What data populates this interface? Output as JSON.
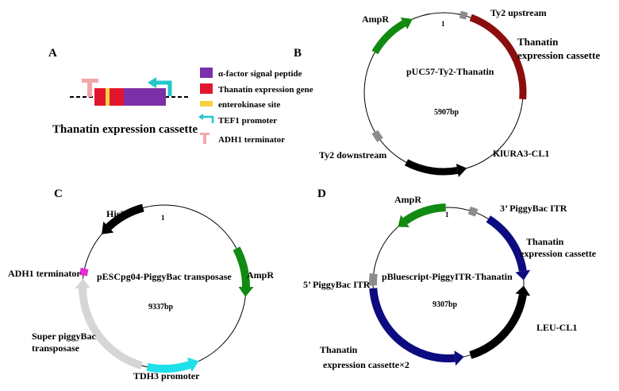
{
  "colors": {
    "alpha_factor": "#7b2fa8",
    "thanatin_gene": "#e2152e",
    "enterokinase": "#f7d23e",
    "tef1": "#22c7c9",
    "adh1": "#f2a7a7",
    "green": "#118a11",
    "darkred": "#8b0d0d",
    "navy": "#0c0c80",
    "black": "#000000",
    "gray": "#8c8c8c",
    "lightgray": "#d6d6d6",
    "cyan": "#1ee0ea",
    "magenta": "#e02fd0"
  },
  "panelA": {
    "letter": "A",
    "title": "Thanatin expression cassette",
    "legend": [
      {
        "label": "α-factor signal peptide",
        "icon": "purple-box"
      },
      {
        "label": "Thanatin expression gene",
        "icon": "red-box"
      },
      {
        "label": "enterokinase site",
        "icon": "yellow-box"
      },
      {
        "label": "TEF1 promoter",
        "icon": "promoter-arrow"
      },
      {
        "label": "ADH1 terminator",
        "icon": "terminator-t"
      }
    ]
  },
  "panelB": {
    "letter": "B",
    "name": "pUC57-Ty2-Thanatin",
    "size": "5907bp",
    "origin": "1",
    "features": [
      {
        "label": "AmpR",
        "start": 300,
        "end": 337,
        "color": "green",
        "dir": "cw"
      },
      {
        "label": "Ty2 upstream",
        "start": 12,
        "end": 17,
        "color": "gray"
      },
      {
        "label": "Thanatin\nexpression cassette",
        "start": 20,
        "end": 95,
        "color": "darkred"
      },
      {
        "label": "KlURA3-CL1",
        "start": 163,
        "end": 208,
        "color": "black",
        "dir": "ccw"
      },
      {
        "label": "Ty2 downstream",
        "start": 233,
        "end": 240,
        "color": "gray"
      }
    ]
  },
  "panelC": {
    "letter": "C",
    "name": "pESCpg04-PiggyBac transposase",
    "size": "9337bp",
    "origin": "1",
    "features": [
      {
        "label": "His3",
        "start": 310,
        "end": 345,
        "color": "black",
        "dir": "ccw"
      },
      {
        "label": "AmpR",
        "start": 62,
        "end": 97,
        "color": "green",
        "dir": "cw"
      },
      {
        "label": "TDH3 promoter",
        "start": 155,
        "end": 192,
        "color": "cyan",
        "dir": "ccw"
      },
      {
        "label": "Super piggyBac\ntransposase",
        "start": 196,
        "end": 276,
        "color": "lightgray",
        "dir": "cw"
      },
      {
        "label": "ADH1 terminator",
        "start": 278,
        "end": 283,
        "color": "magenta"
      }
    ]
  },
  "panelD": {
    "letter": "D",
    "name": "pBluescript-PiggyITR-Thanatin",
    "size": "9307bp",
    "origin": "1",
    "features": [
      {
        "label": "AmpR",
        "start": 318,
        "end": 358,
        "color": "green",
        "dir": "ccw"
      },
      {
        "label": "3’ PiggyBac ITR",
        "start": 16,
        "end": 22,
        "color": "gray"
      },
      {
        "label": "Thanatin\nexpression cassette",
        "start": 32,
        "end": 88,
        "color": "navy",
        "dir": "cw"
      },
      {
        "label": "LEU-CL1",
        "start": 92,
        "end": 163,
        "color": "black",
        "dir": "ccw"
      },
      {
        "label": "Thanatin\nexpression cassette×2",
        "start": 168,
        "end": 266,
        "color": "navy",
        "dir": "ccw"
      },
      {
        "label": "5’ PiggyBac ITR",
        "start": 268,
        "end": 277,
        "color": "gray"
      }
    ]
  }
}
